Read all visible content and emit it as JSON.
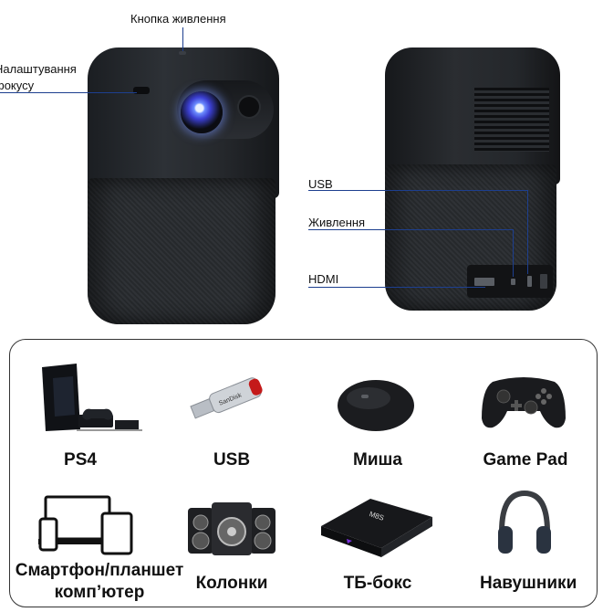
{
  "callouts": {
    "power_button": "Кнопка живлення",
    "focus_line1": "Налаштування",
    "focus_line2": "фокусу",
    "usb": "USB",
    "power": "Живлення",
    "hdmi": "HDMI"
  },
  "accessories": [
    {
      "label": "PS4",
      "icon": "ps4-console-icon"
    },
    {
      "label": "USB",
      "icon": "usb-flash-drive-icon"
    },
    {
      "label": "Миша",
      "icon": "mouse-icon"
    },
    {
      "label": "Game Pad",
      "icon": "gamepad-icon"
    },
    {
      "label": "Смартфон/планшет",
      "label2": "комп’ютер",
      "icon": "devices-icon"
    },
    {
      "label": "Колонки",
      "icon": "speakers-icon"
    },
    {
      "label": "ТБ-бокс",
      "icon": "tv-box-icon"
    },
    {
      "label": "Навушники",
      "icon": "headphones-icon"
    }
  ],
  "device_text": {
    "usb_brand": "SanDisk",
    "tvbox_brand": "M8S"
  },
  "colors": {
    "leader_line": "#1d3f8f",
    "lens_glow": "#6b8cff",
    "device_body": "#2a2d31"
  }
}
